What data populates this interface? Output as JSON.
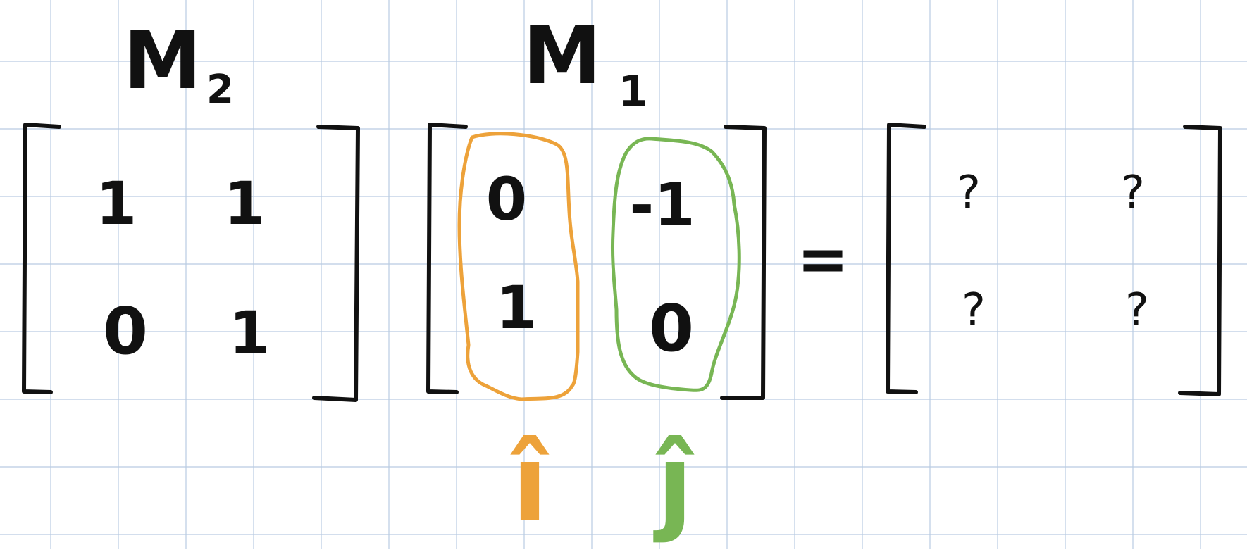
{
  "colors": {
    "background": "#ffffff",
    "grid": "#b9cbe2",
    "ink": "#111111",
    "orange": "#eda23a",
    "green": "#78b654"
  },
  "labels": {
    "m2": "M",
    "m2_sub": "2",
    "m1": "M",
    "m1_sub": "1",
    "i_hat": "î",
    "j_hat": "ĵ",
    "equals": "="
  },
  "matrix_m2": [
    [
      "1",
      "1"
    ],
    [
      "0",
      "1"
    ]
  ],
  "matrix_m1": [
    [
      "0",
      "-1"
    ],
    [
      "1",
      "0"
    ]
  ],
  "result": [
    [
      "?",
      "?"
    ],
    [
      "?",
      "?"
    ]
  ],
  "icons": {
    "brackets": "bracket-icon",
    "column_highlight": "loop-highlight-icon",
    "hat": "caret-icon"
  }
}
